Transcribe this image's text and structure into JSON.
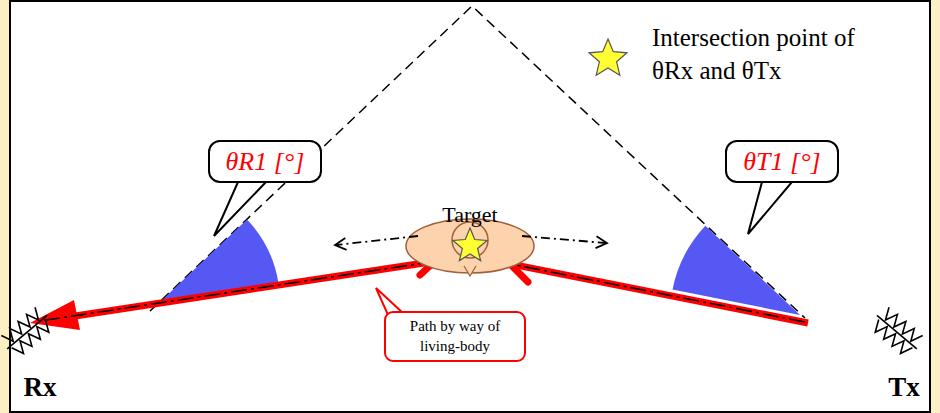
{
  "diagram": {
    "nodes": [
      {
        "text": [
          "θR1 [°]"
        ]
      },
      {
        "text": [
          "θT1 [°]"
        ]
      },
      {
        "text": [
          "Path by way of living-body"
        ]
      }
    ],
    "labels": [
      "Target",
      "Rx",
      "Tx"
    ],
    "legend": [
      {
        "text": "Intersection point of θRx and θTx"
      }
    ]
  }
}
